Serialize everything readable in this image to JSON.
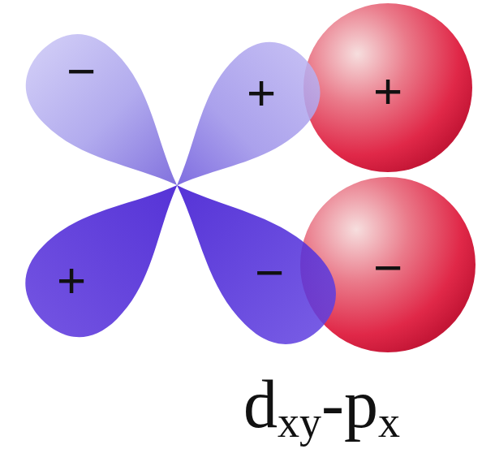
{
  "diagram": {
    "nodes": [
      {
        "text": [
          "−"
        ]
      },
      {
        "text": [
          "+"
        ]
      },
      {
        "text": [
          "+"
        ]
      },
      {
        "text": [
          "−"
        ]
      },
      {
        "text": [
          "+"
        ]
      },
      {
        "text": [
          "−"
        ]
      }
    ],
    "labels": [
      "d",
      "xy",
      "-p",
      "x"
    ]
  }
}
